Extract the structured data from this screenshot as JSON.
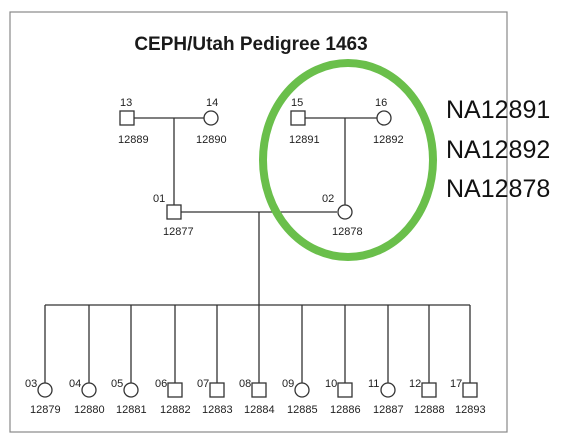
{
  "title": "CEPH/Utah Pedigree 1463",
  "colors": {
    "highlight": "#6abf4b",
    "line": "#333333",
    "frame": "#888888"
  },
  "highlight_labels": [
    "NA12891",
    "NA12892",
    "NA12878"
  ],
  "individuals": [
    {
      "key": "i13",
      "id": "13",
      "number": "12889",
      "sex": "male"
    },
    {
      "key": "i14",
      "id": "14",
      "number": "12890",
      "sex": "female"
    },
    {
      "key": "i15",
      "id": "15",
      "number": "12891",
      "sex": "male"
    },
    {
      "key": "i16",
      "id": "16",
      "number": "12892",
      "sex": "female"
    },
    {
      "key": "i01",
      "id": "01",
      "number": "12877",
      "sex": "male"
    },
    {
      "key": "i02",
      "id": "02",
      "number": "12878",
      "sex": "female"
    },
    {
      "key": "i03",
      "id": "03",
      "number": "12879",
      "sex": "female"
    },
    {
      "key": "i04",
      "id": "04",
      "number": "12880",
      "sex": "female"
    },
    {
      "key": "i05",
      "id": "05",
      "number": "12881",
      "sex": "female"
    },
    {
      "key": "i06",
      "id": "06",
      "number": "12882",
      "sex": "male"
    },
    {
      "key": "i07",
      "id": "07",
      "number": "12883",
      "sex": "male"
    },
    {
      "key": "i08",
      "id": "08",
      "number": "12884",
      "sex": "male"
    },
    {
      "key": "i09",
      "id": "09",
      "number": "12885",
      "sex": "female"
    },
    {
      "key": "i10",
      "id": "10",
      "number": "12886",
      "sex": "male"
    },
    {
      "key": "i11",
      "id": "11",
      "number": "12887",
      "sex": "female"
    },
    {
      "key": "i12",
      "id": "12",
      "number": "12888",
      "sex": "male"
    },
    {
      "key": "i17",
      "id": "17",
      "number": "12893",
      "sex": "male"
    }
  ]
}
